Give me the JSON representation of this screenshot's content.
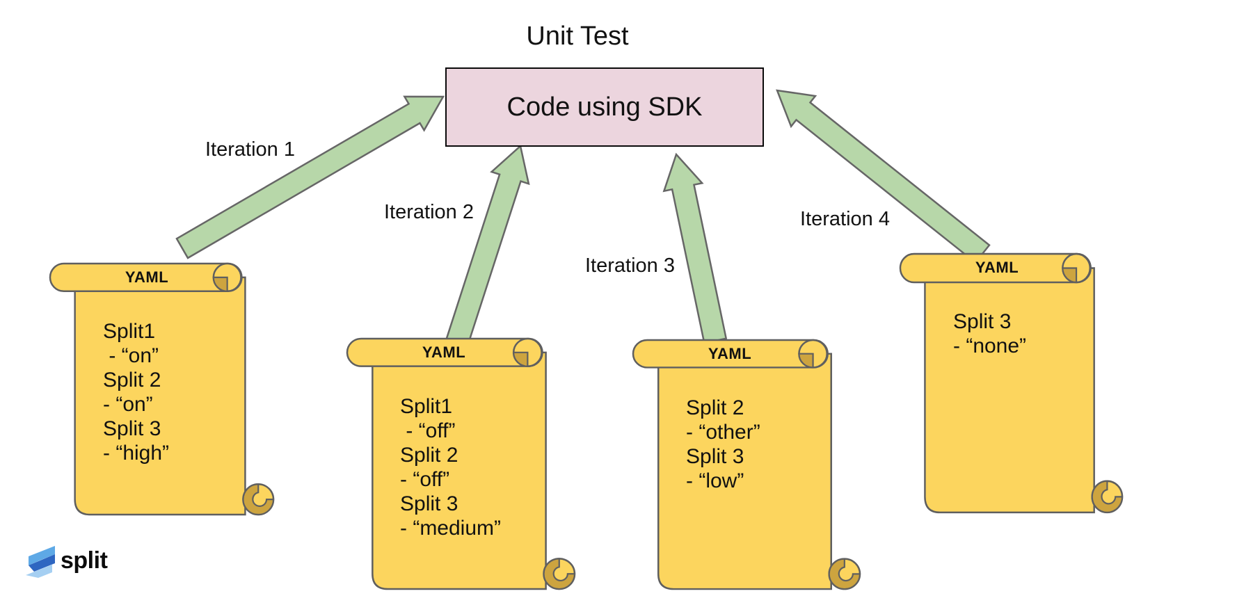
{
  "title": "Unit Test",
  "box": {
    "label": "Code using SDK"
  },
  "arrows": [
    {
      "label": "Iteration 1"
    },
    {
      "label": "Iteration 2"
    },
    {
      "label": "Iteration 3"
    },
    {
      "label": "Iteration 4"
    }
  ],
  "scrolls": [
    {
      "header": "YAML",
      "lines": [
        "Split1",
        " - “on”",
        "Split 2",
        "- “on”",
        "Split 3",
        "- “high”"
      ]
    },
    {
      "header": "YAML",
      "lines": [
        "Split1",
        " - “off”",
        "Split 2",
        "- “off”",
        "Split 3",
        "- “medium”"
      ]
    },
    {
      "header": "YAML",
      "lines": [
        "Split 2",
        "- “other”",
        "Split 3",
        "- “low”"
      ]
    },
    {
      "header": "YAML",
      "lines": [
        "Split 3",
        "- “none”"
      ]
    }
  ],
  "logo": {
    "text": "split"
  },
  "colors": {
    "scroll-fill": "#fcd55e",
    "scroll-curl": "#cda43f",
    "scroll-stroke": "#5f5f5f",
    "arrow-fill": "#b7d7a9",
    "arrow-stroke": "#666666",
    "box-fill": "#ecd5de",
    "box-stroke": "#0a0a0a"
  }
}
